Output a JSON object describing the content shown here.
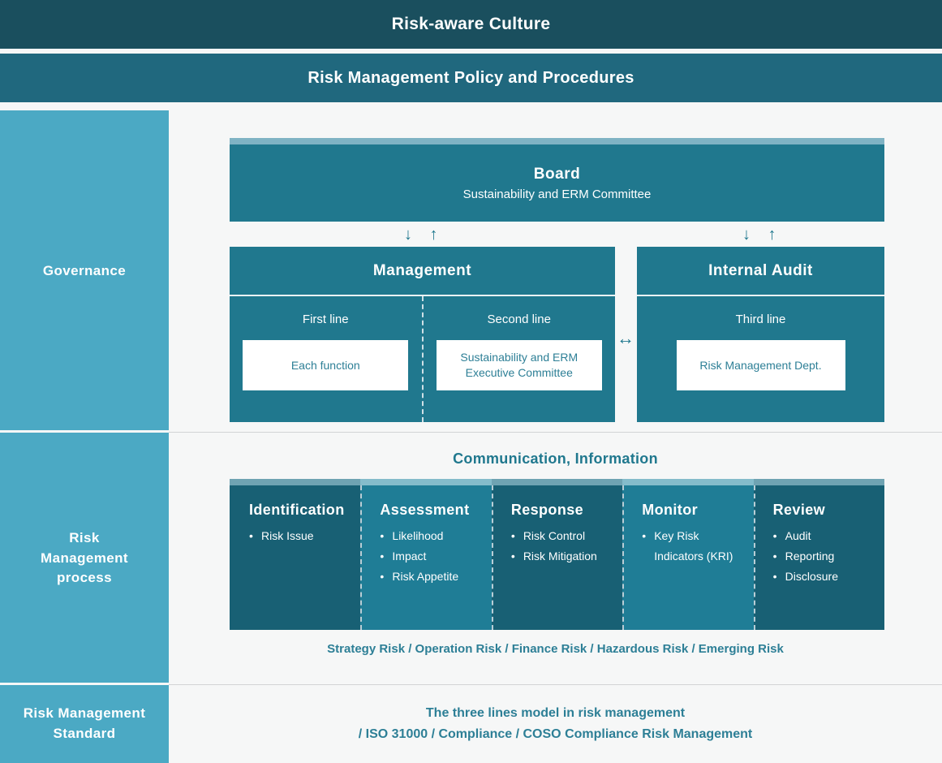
{
  "banners": {
    "culture": "Risk-aware Culture",
    "policy": "Risk Management Policy and Procedures"
  },
  "colors": {
    "dark_header": "#1a4f5e",
    "policy_band": "#20687e",
    "sidebar": "#4ba9c4",
    "box": "#20788e",
    "accent": "#7fb3c4",
    "column_dark": "#186074",
    "column_light": "#1f7d96",
    "text_teal": "#2d7f96",
    "background": "#f6f7f7"
  },
  "governance": {
    "sidebar_label": "Governance",
    "board": {
      "title": "Board",
      "subtitle": "Sustainability and ERM Committee"
    },
    "arrow_left": "↓ ↑",
    "arrow_right": "↓ ↑",
    "horizontal_arrow": "↔",
    "management": {
      "title": "Management",
      "lanes": [
        {
          "title": "First line",
          "card": "Each function"
        },
        {
          "title": "Second line",
          "card": "Sustainability and ERM\nExecutive Committee"
        }
      ]
    },
    "internal_audit": {
      "title": "Internal Audit",
      "lanes": [
        {
          "title": "Third line",
          "card": "Risk Management Dept."
        }
      ]
    }
  },
  "process": {
    "sidebar_label": "Risk\nManagement\nprocess",
    "communication_label": "Communication, Information",
    "columns": [
      {
        "title": "Identification",
        "items": [
          "Risk Issue"
        ],
        "shade": "dark"
      },
      {
        "title": "Assessment",
        "items": [
          "Likelihood",
          "Impact",
          "Risk Appetite"
        ],
        "shade": "light"
      },
      {
        "title": "Response",
        "items": [
          "Risk Control",
          "Risk Mitigation"
        ],
        "shade": "dark"
      },
      {
        "title": "Monitor",
        "items": [
          "Key Risk Indicators (KRI)"
        ],
        "shade": "light"
      },
      {
        "title": "Review",
        "items": [
          "Audit",
          "Reporting",
          "Disclosure"
        ],
        "shade": "dark"
      }
    ],
    "risk_types": "Strategy Risk / Operation Risk / Finance Risk / Hazardous Risk / Emerging Risk"
  },
  "standard": {
    "sidebar_label": "Risk Management\nStandard",
    "line1": "The three lines model in risk management",
    "line2": "/ ISO 31000 / Compliance / COSO Compliance Risk Management"
  }
}
